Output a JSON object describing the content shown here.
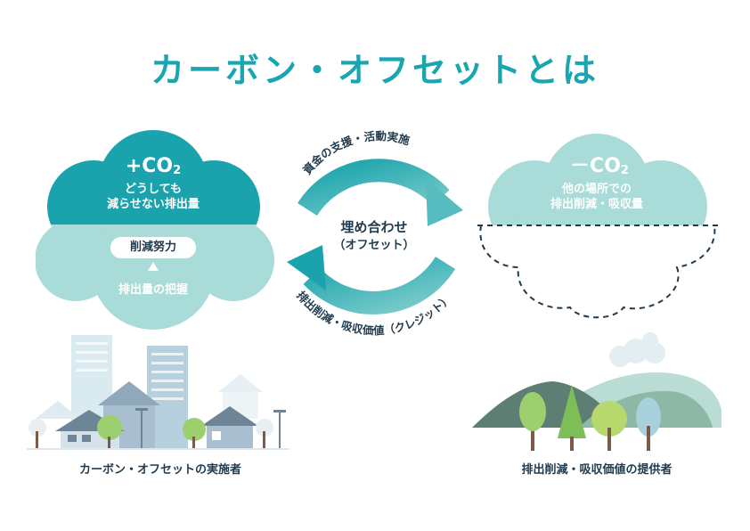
{
  "title": "カーボン・オフセットとは",
  "left_cloud": {
    "co2_main": "+CO",
    "co2_sub": "2",
    "line1": "どうしても",
    "line2": "減らせない排出量",
    "effort_pill": "削減努力",
    "bottom_text": "排出量の把握"
  },
  "right_cloud": {
    "co2_main": "－CO",
    "co2_sub": "2",
    "line1": "他の場所での",
    "line2": "排出削減・吸収量"
  },
  "cycle": {
    "top_arc_text": "資金の支援・活動実施",
    "bottom_arc_text": "排出削減・吸収価値（クレジット）",
    "center_main": "埋め合わせ",
    "center_sub": "（オフセット）"
  },
  "captions": {
    "left": "カーボン・オフセットの実施者",
    "right": "排出削減・吸収価値の提供者"
  },
  "colors": {
    "teal_dark": "#1aa3ad",
    "teal_light": "#a9dbd8",
    "navy": "#1f3a4d"
  }
}
